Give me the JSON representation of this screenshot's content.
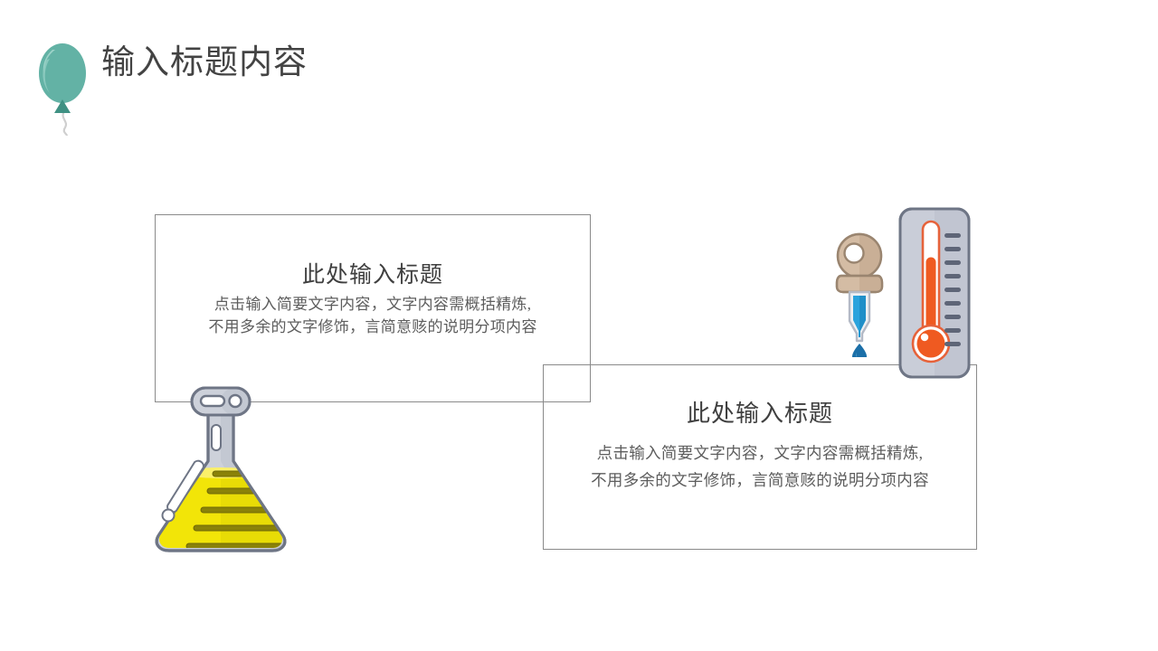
{
  "slide": {
    "background_color": "#ffffff",
    "title": "输入标题内容",
    "title_color": "#434343"
  },
  "decor": {
    "balloon": {
      "icon": "balloon-icon",
      "body_color": "#63b2a5",
      "shade_color": "#4f9e92",
      "string_color": "#cfcfcf"
    }
  },
  "content_boxes": [
    {
      "id": "box-1",
      "title": "此处输入标题",
      "body_line_1": "点击输入简要文字内容，文字内容需概括精炼,",
      "body_line_2": "不用多余的文字修饰，言简意赅的说明分项内容",
      "border_color": "#8a8a8a"
    },
    {
      "id": "box-2",
      "title": "此处输入标题",
      "body_line_1": "点击输入简要文字内容，文字内容需概括精炼,",
      "body_line_2": "不用多余的文字修饰，言简意赅的说明分项内容",
      "border_color": "#8a8a8a"
    }
  ],
  "illustrations": [
    {
      "id": "flask",
      "icon": "conical-flask-icon",
      "glass_color": "#c7cbd6",
      "glass_outline": "#6e7585",
      "liquid_color": "#f2e508",
      "graduation_color": "#8a8209",
      "graduation_count": 5
    },
    {
      "id": "dropper",
      "icon": "pipette-dropper-icon",
      "bulb_color": "#cdb49c",
      "bulb_outline": "#8c7a68",
      "liquid_color": "#2aa3dd",
      "drop_color": "#1b6fa8"
    },
    {
      "id": "thermometer",
      "icon": "thermometer-icon",
      "frame_color": "#c2c7d4",
      "frame_outline": "#6e7585",
      "mercury_color": "#ef5a21",
      "tick_color": "#5e6577",
      "tick_count": 9
    }
  ]
}
